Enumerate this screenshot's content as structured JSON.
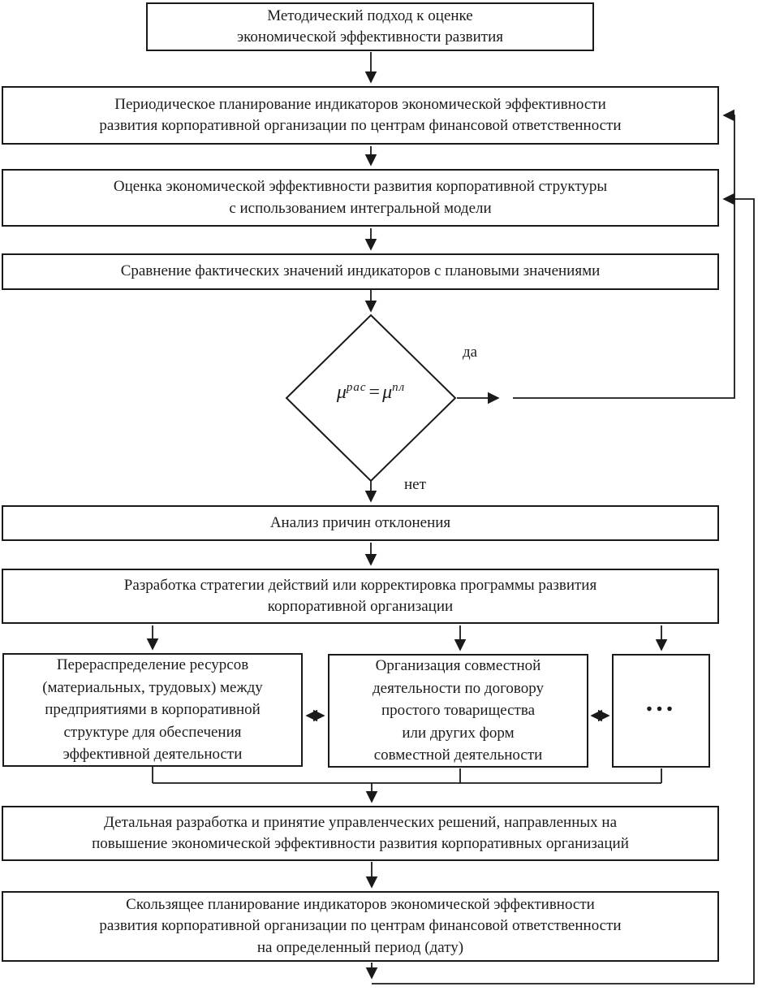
{
  "diagram": {
    "title_box": {
      "lines": [
        "Методический подход к оценке",
        "экономической эффективности развития"
      ]
    },
    "boxes": {
      "periodic_planning": {
        "lines": [
          "Периодическое планирование индикаторов экономической эффективности",
          "развития корпоративной организации по центрам финансовой ответственности"
        ]
      },
      "evaluation": {
        "lines": [
          "Оценка экономической эффективности развития корпоративной структуры",
          "с использованием интегральной модели"
        ]
      },
      "comparison": {
        "lines": [
          "Сравнение фактических значений индикаторов с плановыми значениями"
        ]
      },
      "deviation_analysis": {
        "lines": [
          "Анализ причин отклонения"
        ]
      },
      "strategy": {
        "lines": [
          "Разработка стратегии действий или корректировка программы развития",
          "корпоративной организации"
        ]
      },
      "redistribution": {
        "lines": [
          "Перераспределение ресурсов",
          "(материальных, трудовых) между",
          "предприятиями в корпоративной",
          "структуре для обеспечения",
          "эффективной деятельности"
        ]
      },
      "joint_activity": {
        "lines": [
          "Организация совместной",
          "деятельности по договору",
          "простого товарищества",
          "или других форм",
          "совместной деятельности"
        ]
      },
      "ellipsis": {
        "label": "..."
      },
      "detailed_decisions": {
        "lines": [
          "Детальная разработка и принятие управленческих решений, направленных на",
          "повышение экономической эффективности развития корпоративных организаций"
        ]
      },
      "rolling_planning": {
        "lines": [
          "Скользящее планирование индикаторов экономической эффективности",
          "развития корпоративной организации по центрам финансовой ответственности",
          "на определенный период (дату)"
        ]
      }
    },
    "decision": {
      "formula": {
        "lhs_base": "μ",
        "lhs_sup": "рас",
        "equals": "=",
        "rhs_base": "μ",
        "rhs_sup": "пл"
      },
      "yes_label": "да",
      "no_label": "нет"
    },
    "colors": {
      "line": "#1a1a1a",
      "background": "#ffffff",
      "text": "#1c1c1c"
    }
  }
}
